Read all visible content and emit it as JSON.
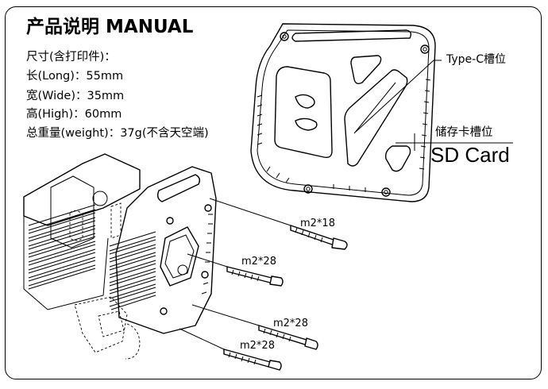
{
  "title": "产品说明 MANUAL",
  "specs": {
    "size_heading": "尺寸(含打印件)：",
    "long": "长(Long)：55mm",
    "wide": "宽(Wide)：35mm",
    "high": "高(High)：60mm",
    "weight": "总重量(weight)：37g(不含天空端)"
  },
  "callouts": {
    "type_c": "Type-C槽位",
    "storage": "储存卡槽位",
    "sd_card": "SD Card"
  },
  "screws": {
    "s1": "m2*18",
    "s2": "m2*28",
    "s3": "m2*28",
    "s4": "m2*28"
  },
  "icons": [
    "side-plate-drawing",
    "housing-exploded-drawing",
    "screw-drawing"
  ]
}
